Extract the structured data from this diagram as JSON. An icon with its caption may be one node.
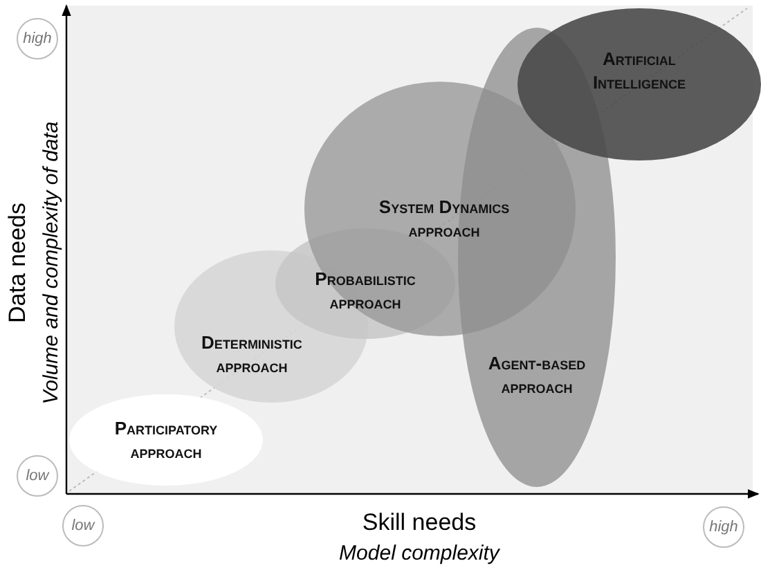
{
  "diagram": {
    "nodes": [
      {
        "text": [
          "Artificial Intelligence"
        ]
      },
      {
        "text": [
          "Agent-based approach"
        ]
      },
      {
        "text": [
          "System Dynamics approach"
        ]
      },
      {
        "text": [
          "Probabilistic approach"
        ]
      },
      {
        "text": [
          "Deterministic approach"
        ]
      },
      {
        "text": [
          "Participatory approach"
        ]
      }
    ],
    "labels": [
      "high",
      "Data needs",
      "Volume and complexity of data",
      "low",
      "low",
      "Skill needs",
      "Model complexity",
      "high"
    ]
  }
}
